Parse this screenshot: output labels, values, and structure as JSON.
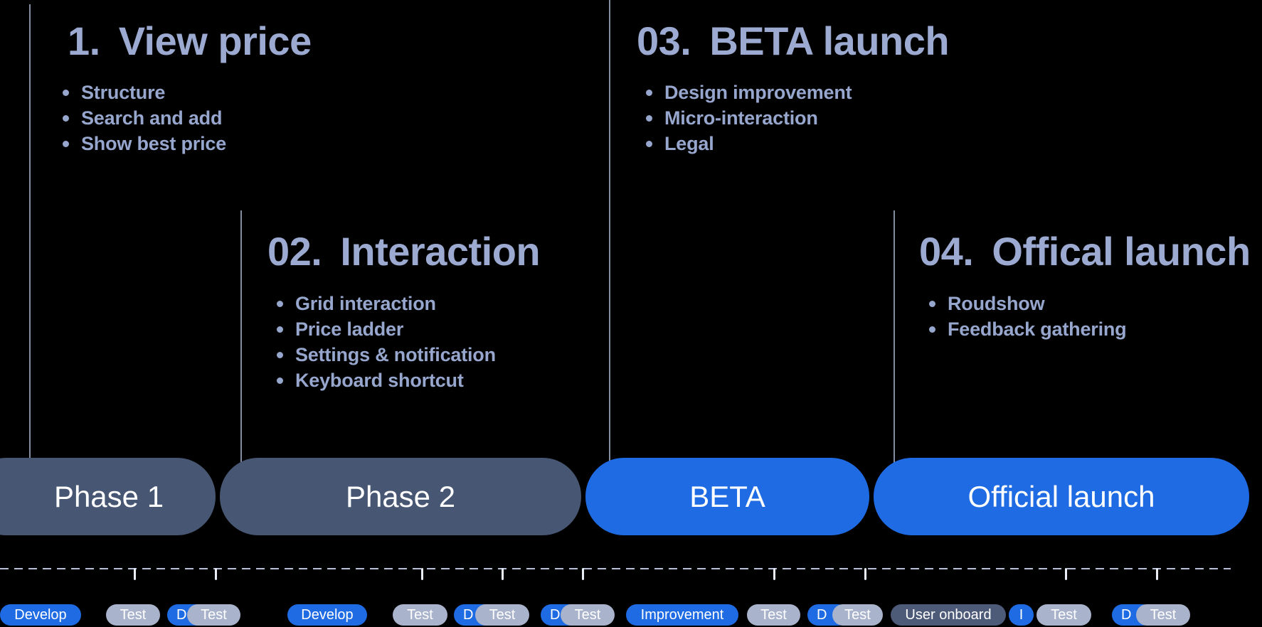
{
  "sections": [
    {
      "number": "1.",
      "title": "View price",
      "bullets": [
        "Structure",
        "Search and add",
        "Show best price"
      ]
    },
    {
      "number": "02.",
      "title": "Interaction",
      "bullets": [
        "Grid interaction",
        "Price ladder",
        "Settings & notification",
        "Keyboard shortcut"
      ]
    },
    {
      "number": "03.",
      "title": "BETA launch",
      "bullets": [
        "Design improvement",
        "Micro-interaction",
        "Legal"
      ]
    },
    {
      "number": "04.",
      "title": "Offical launch",
      "bullets": [
        "Roudshow",
        "Feedback gathering"
      ]
    }
  ],
  "phases": [
    {
      "label": "Phase 1"
    },
    {
      "label": "Phase 2"
    },
    {
      "label": "BETA"
    },
    {
      "label": "Official launch"
    }
  ],
  "timeline": {
    "pills": [
      {
        "label": "Develop"
      },
      {
        "label": "Test"
      },
      {
        "label": "D"
      },
      {
        "label": "Test"
      },
      {
        "label": "Develop"
      },
      {
        "label": "Test"
      },
      {
        "label": "D"
      },
      {
        "label": "Test"
      },
      {
        "label": "D"
      },
      {
        "label": "Test"
      },
      {
        "label": "Improvement"
      },
      {
        "label": "Test"
      },
      {
        "label": "D"
      },
      {
        "label": "Test"
      },
      {
        "label": "User onboard"
      },
      {
        "label": "I"
      },
      {
        "label": "Test"
      },
      {
        "label": "D"
      },
      {
        "label": "Test"
      }
    ]
  },
  "colors": {
    "background": "#000000",
    "heading_text": "#9caad1",
    "bullet_text": "#97a6cd",
    "phase_slate": "#475672",
    "accent_blue": "#1e6be3",
    "pill_gray": "#aab3cc",
    "pill_slate": "#4d5a78",
    "pill_text": "#ffffff",
    "guide_line": "#a8b5d0",
    "dashed_line": "#b5c0d8",
    "tick": "#e8edf6"
  }
}
